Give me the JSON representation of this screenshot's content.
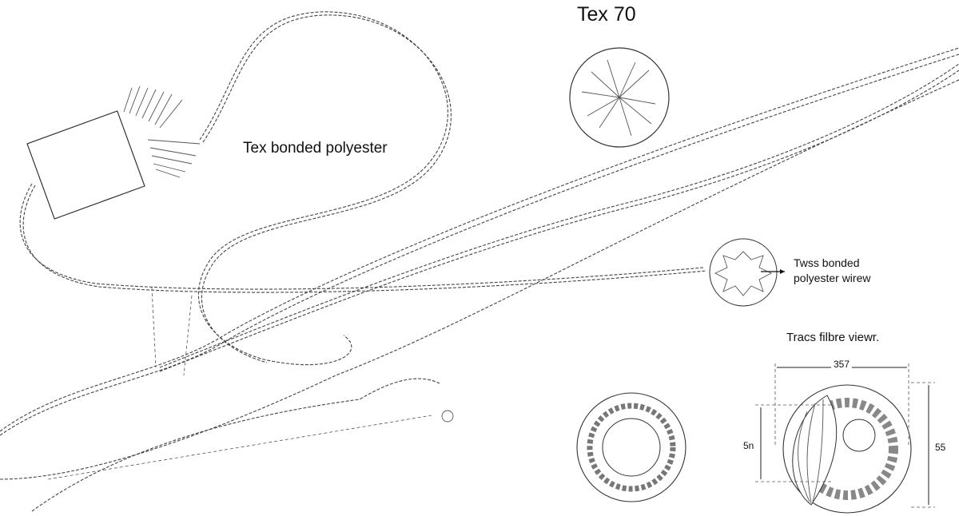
{
  "labels": {
    "tex_title": "Tex 70",
    "main_label": "Tex bonded polyester",
    "cross_section_label_line1": "Twss bonded",
    "cross_section_label_line2": "polyester wirew",
    "fibre_view_label": "Tracs filbre viewr."
  },
  "dimensions": {
    "width": "357",
    "inner_height": "5n",
    "outer_height": "55"
  },
  "colors": {
    "ink": "#444444",
    "background": "#ffffff"
  }
}
